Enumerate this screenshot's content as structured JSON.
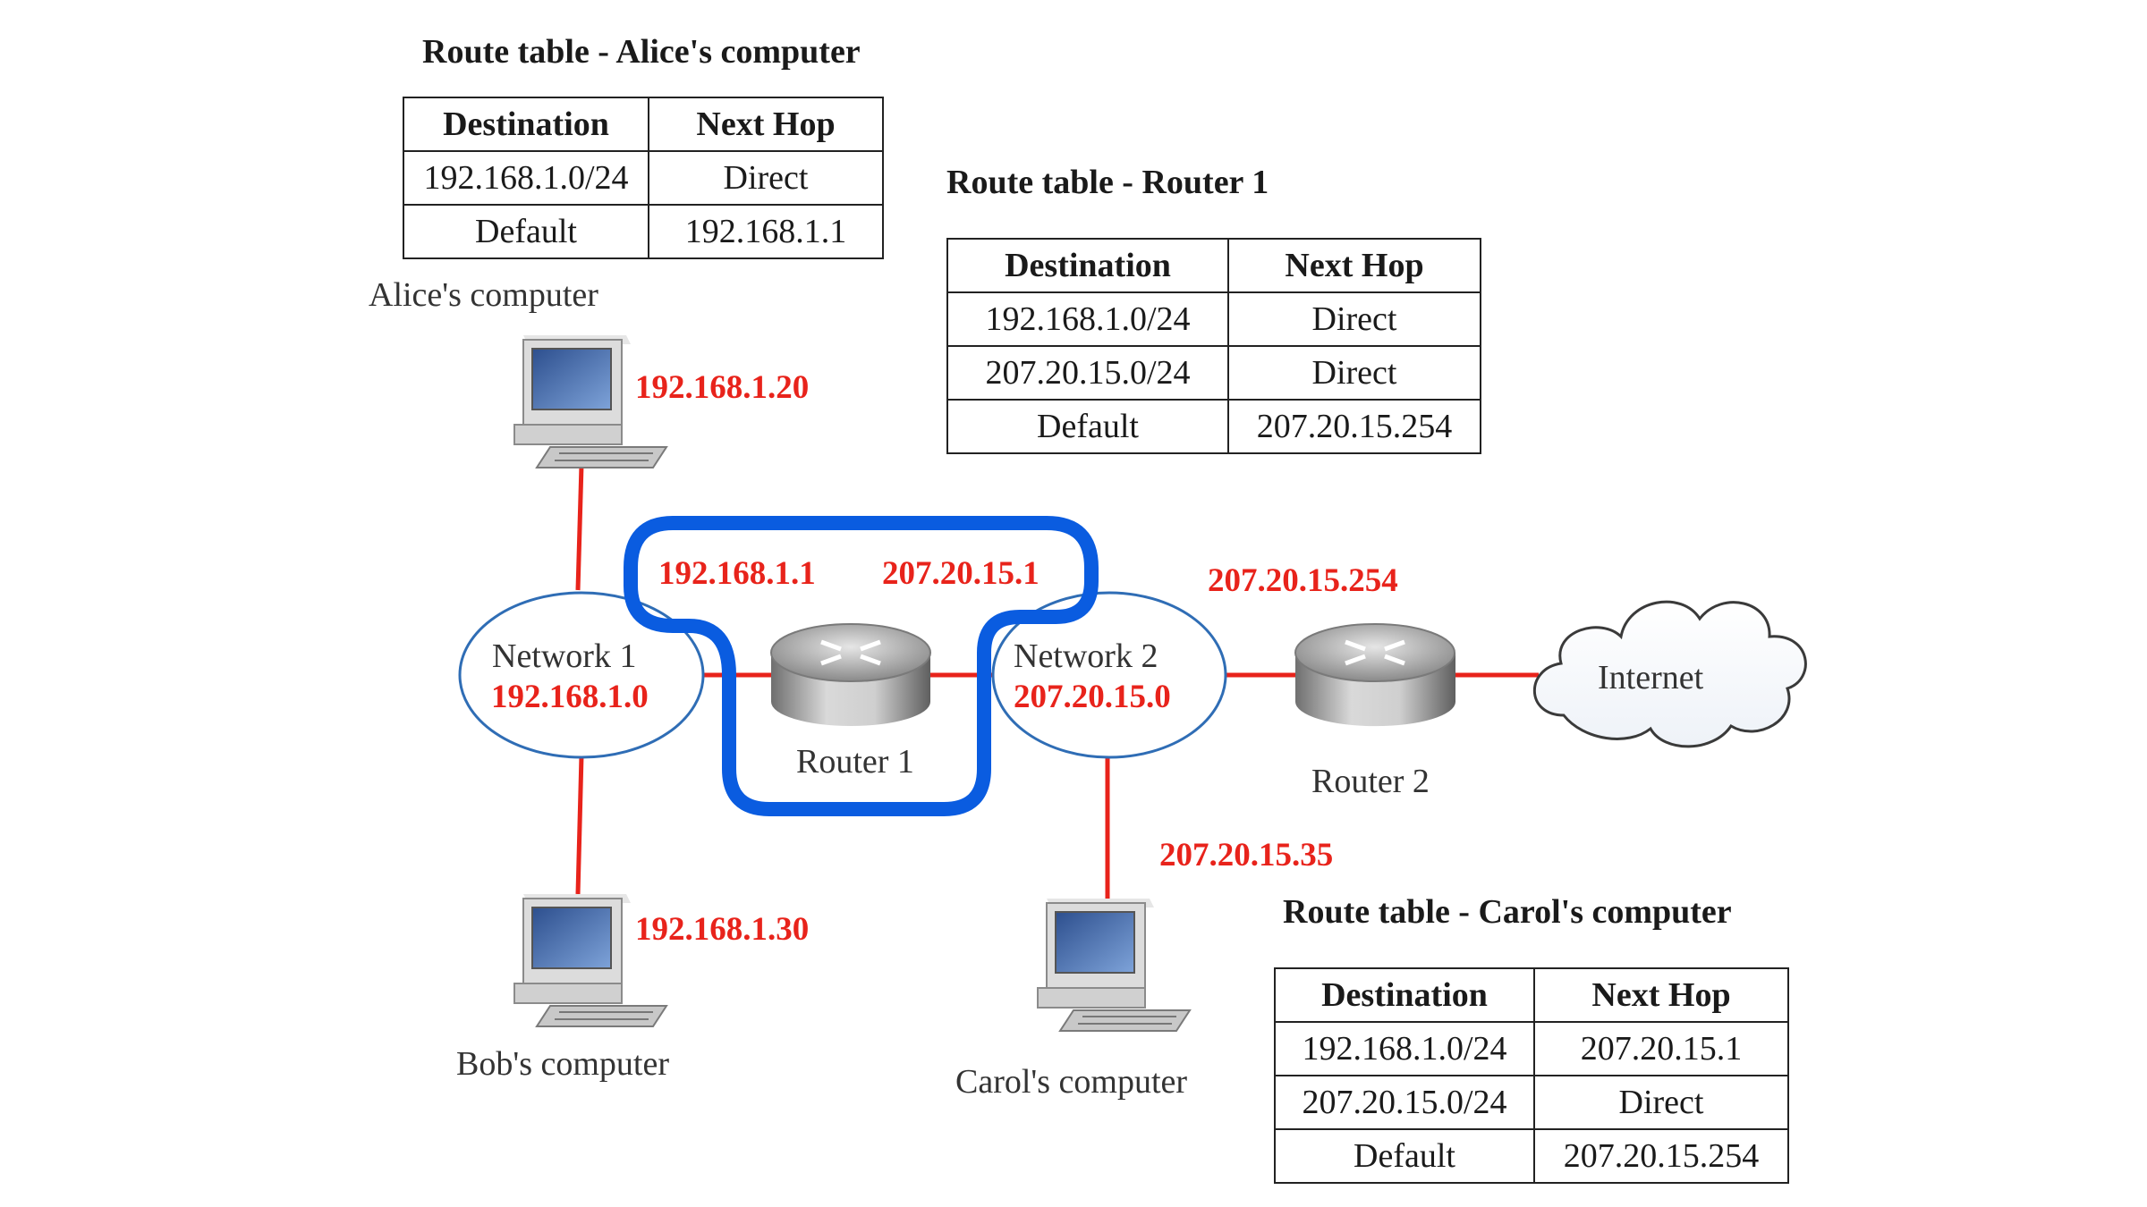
{
  "tables": {
    "alice": {
      "title": "Route table - Alice's computer",
      "headers": [
        "Destination",
        "Next Hop"
      ],
      "rows": [
        [
          "192.168.1.0/24",
          "Direct"
        ],
        [
          "Default",
          "192.168.1.1"
        ]
      ]
    },
    "router1": {
      "title": "Route table - Router 1",
      "headers": [
        "Destination",
        "Next Hop"
      ],
      "rows": [
        [
          "192.168.1.0/24",
          "Direct"
        ],
        [
          "207.20.15.0/24",
          "Direct"
        ],
        [
          "Default",
          "207.20.15.254"
        ]
      ]
    },
    "carol": {
      "title": "Route table - Carol's computer",
      "headers": [
        "Destination",
        "Next Hop"
      ],
      "rows": [
        [
          "192.168.1.0/24",
          "207.20.15.1"
        ],
        [
          "207.20.15.0/24",
          "Direct"
        ],
        [
          "Default",
          "207.20.15.254"
        ]
      ]
    }
  },
  "nodes": {
    "alice": {
      "label": "Alice's computer",
      "ip": "192.168.1.20"
    },
    "bob": {
      "label": "Bob's computer",
      "ip": "192.168.1.30"
    },
    "carol": {
      "label": "Carol's computer",
      "ip": "207.20.15.35"
    },
    "network1": {
      "label": "Network 1",
      "address": "192.168.1.0"
    },
    "network2": {
      "label": "Network 2",
      "address": "207.20.15.0"
    },
    "router1": {
      "label": "Router 1",
      "ip_left": "192.168.1.1",
      "ip_right": "207.20.15.1"
    },
    "router2": {
      "label": "Router 2",
      "ip": "207.20.15.254"
    },
    "internet": {
      "label": "Internet"
    }
  },
  "colors": {
    "link": "#e8231b",
    "highlight": "#0a5ce0",
    "network_outline": "#2f6db5"
  }
}
